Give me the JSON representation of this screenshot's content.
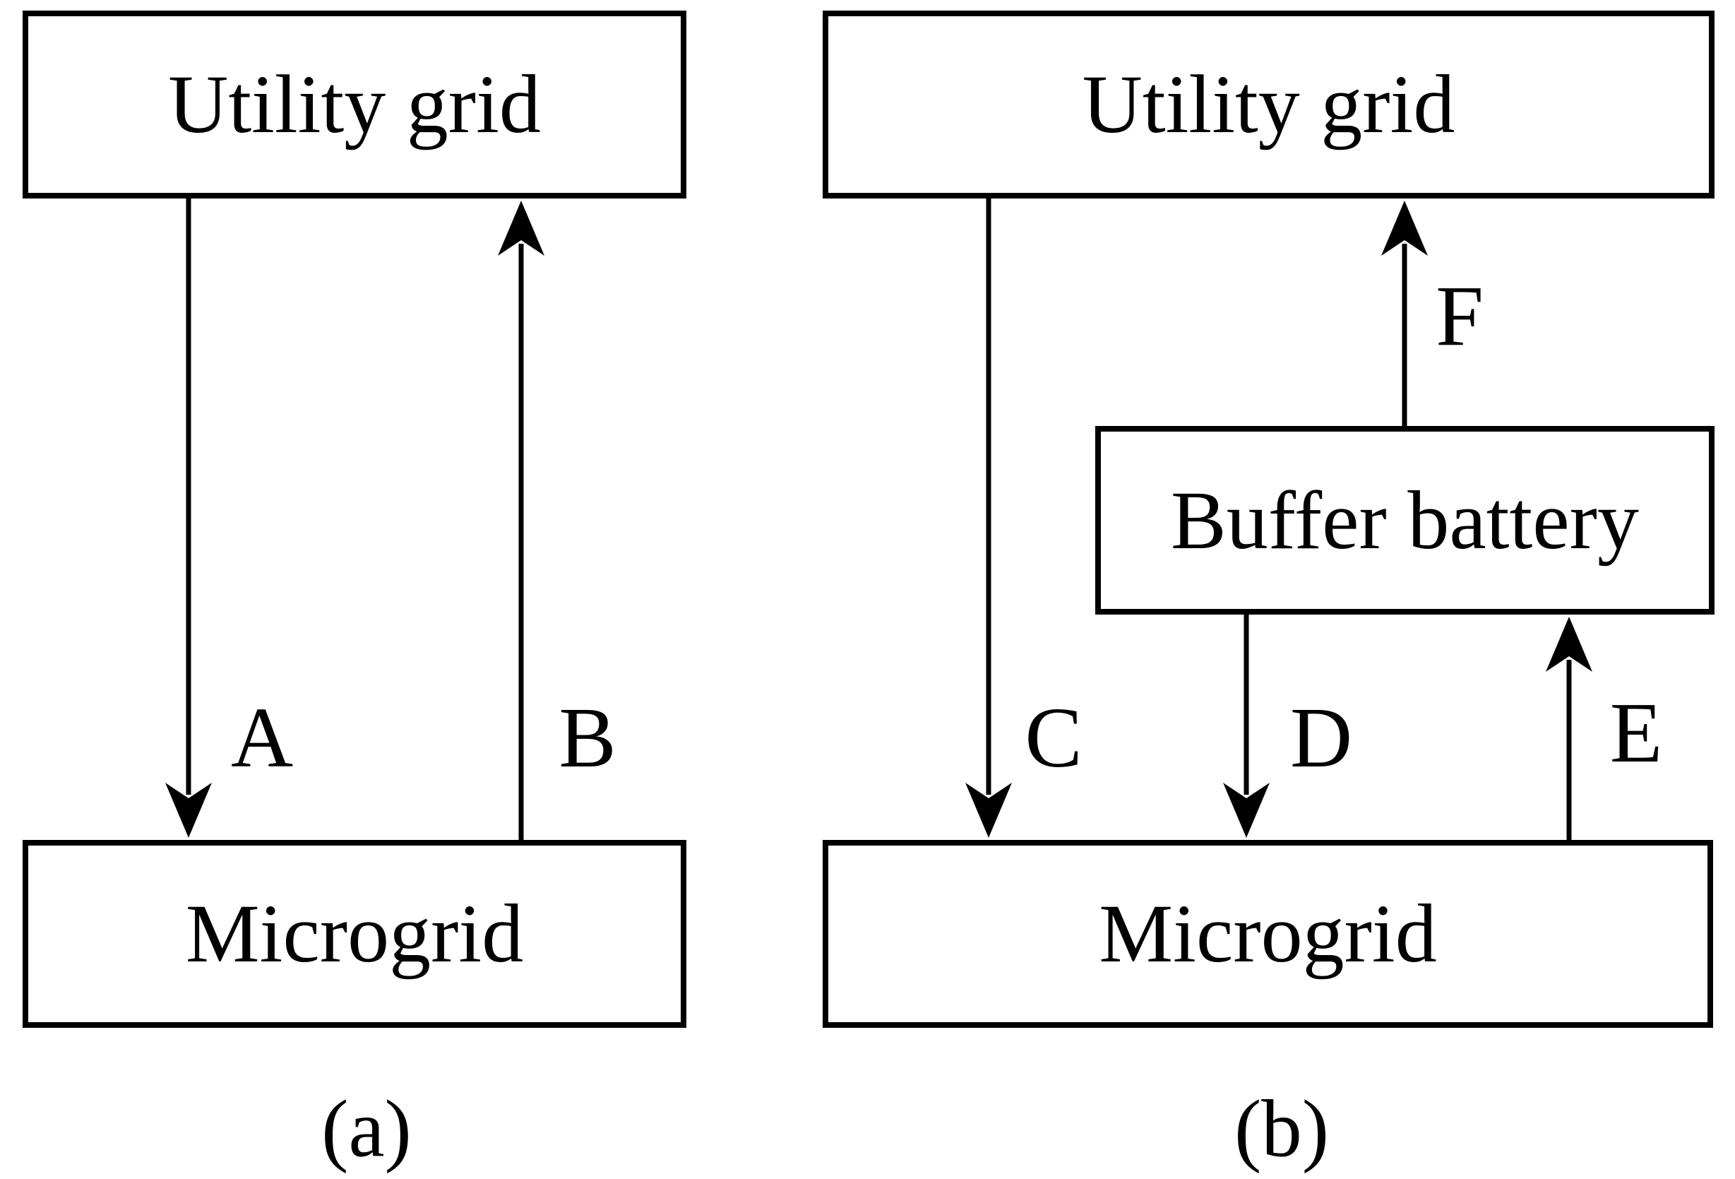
{
  "figure": {
    "background_color": "#ffffff",
    "line_color": "#000000",
    "panels": [
      {
        "caption": "(a)",
        "boxes": [
          {
            "label": "Utility grid"
          },
          {
            "label": "Microgrid"
          }
        ],
        "arrows": [
          {
            "label": "A",
            "from": "Utility grid",
            "to": "Microgrid",
            "direction": "down"
          },
          {
            "label": "B",
            "from": "Microgrid",
            "to": "Utility grid",
            "direction": "up"
          }
        ]
      },
      {
        "caption": "(b)",
        "boxes": [
          {
            "label": "Utility grid"
          },
          {
            "label": "Buffer battery"
          },
          {
            "label": "Microgrid"
          }
        ],
        "arrows": [
          {
            "label": "C",
            "from": "Utility grid",
            "to": "Microgrid",
            "direction": "down"
          },
          {
            "label": "D",
            "from": "Buffer battery",
            "to": "Microgrid",
            "direction": "down"
          },
          {
            "label": "E",
            "from": "Microgrid",
            "to": "Buffer battery",
            "direction": "up"
          },
          {
            "label": "F",
            "from": "Buffer battery",
            "to": "Utility grid",
            "direction": "up"
          }
        ]
      }
    ]
  }
}
